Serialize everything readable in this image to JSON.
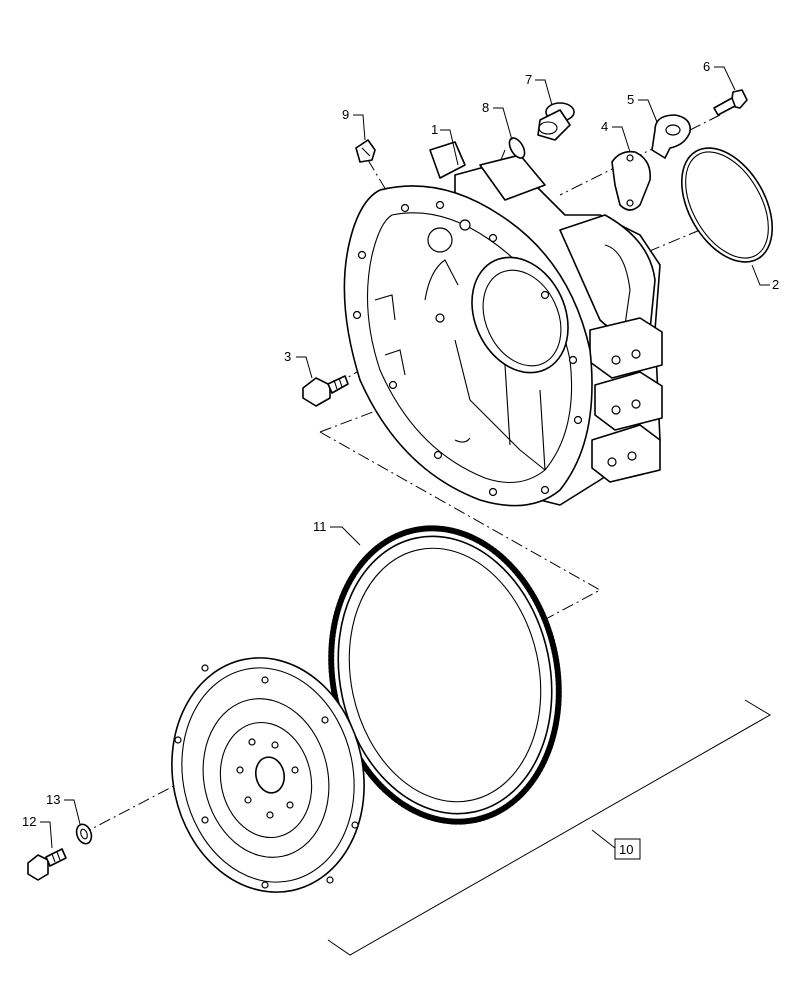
{
  "diagram": {
    "callouts": [
      {
        "id": "1",
        "text": "1"
      },
      {
        "id": "2",
        "text": "2"
      },
      {
        "id": "3",
        "text": "3"
      },
      {
        "id": "4",
        "text": "4"
      },
      {
        "id": "5",
        "text": "5"
      },
      {
        "id": "6",
        "text": "6"
      },
      {
        "id": "7",
        "text": "7"
      },
      {
        "id": "8",
        "text": "8"
      },
      {
        "id": "9",
        "text": "9"
      },
      {
        "id": "10",
        "text": "10"
      },
      {
        "id": "11",
        "text": "11"
      },
      {
        "id": "12",
        "text": "12"
      },
      {
        "id": "13",
        "text": "13"
      }
    ],
    "parts": [
      "flywheel-housing",
      "o-ring",
      "housing-bolt",
      "cover-plate",
      "bracket",
      "bracket-bolt",
      "plug",
      "plug-o-ring",
      "fitting",
      "flywheel-assembly",
      "ring-gear",
      "flywheel-bolt",
      "washer"
    ]
  }
}
